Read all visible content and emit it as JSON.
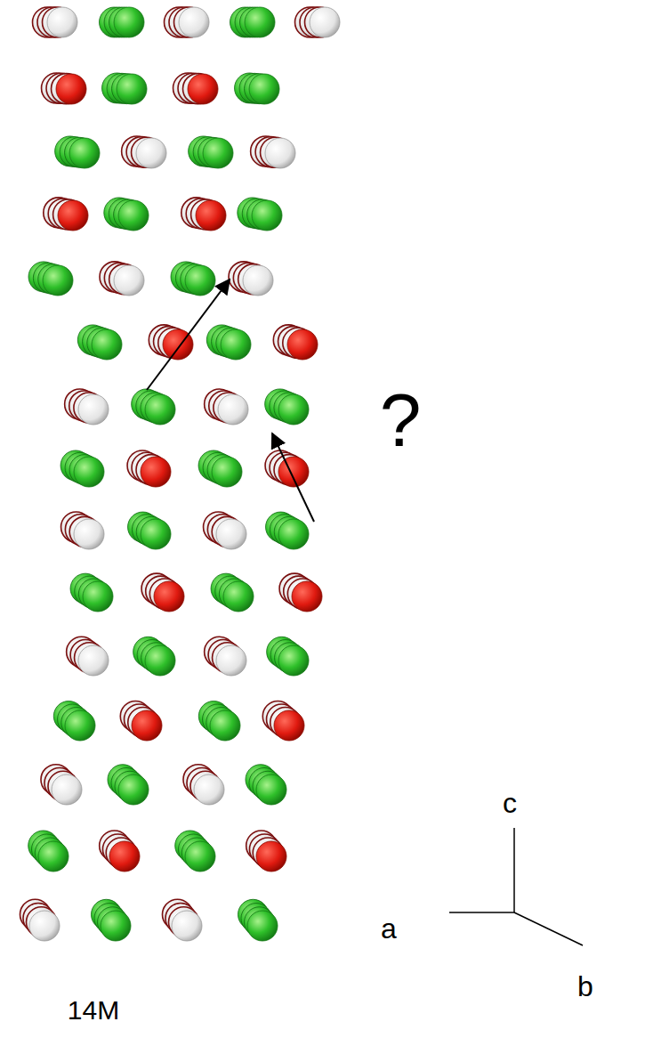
{
  "diagram": {
    "caption": "14M",
    "labels": [
      "?",
      "c",
      "a",
      "b"
    ]
  }
}
